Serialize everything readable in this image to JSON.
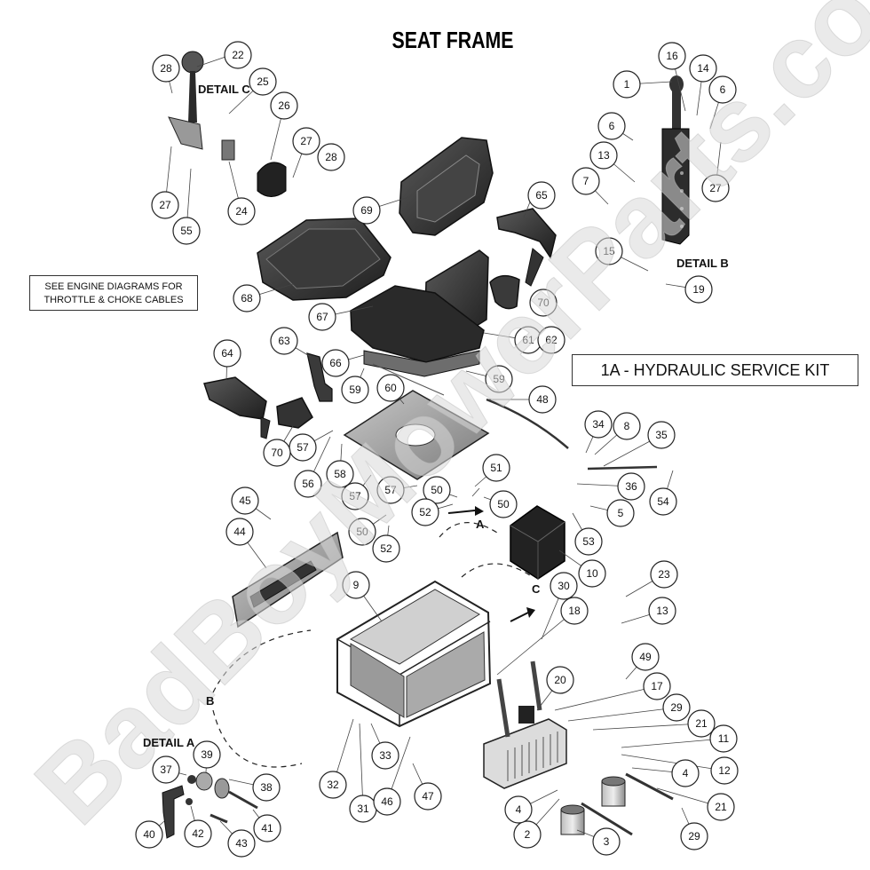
{
  "title": "SEAT FRAME",
  "note": {
    "line1": "SEE ENGINE DIAGRAMS FOR",
    "line2": "THROTTLE & CHOKE CABLES"
  },
  "kit_label": "1A - HYDRAULIC SERVICE KIT",
  "detail_labels": {
    "a": "DETAIL A",
    "b": "DETAIL B",
    "c": "DETAIL C"
  },
  "view_letters": {
    "a": "A",
    "b": "B",
    "c": "C"
  },
  "watermark": "BadBoyMowerParts.com",
  "callouts": [
    "1",
    "2",
    "3",
    "4",
    "4",
    "5",
    "6",
    "6",
    "7",
    "8",
    "9",
    "10",
    "11",
    "12",
    "13",
    "13",
    "14",
    "15",
    "16",
    "17",
    "18",
    "19",
    "20",
    "21",
    "21",
    "22",
    "23",
    "24",
    "25",
    "26",
    "27",
    "27",
    "27",
    "28",
    "28",
    "29",
    "29",
    "30",
    "31",
    "32",
    "33",
    "34",
    "35",
    "36",
    "37",
    "38",
    "39",
    "40",
    "41",
    "42",
    "43",
    "44",
    "45",
    "46",
    "47",
    "48",
    "49",
    "50",
    "50",
    "50",
    "51",
    "52",
    "52",
    "53",
    "54",
    "55",
    "56",
    "57",
    "57",
    "57",
    "58",
    "59",
    "59",
    "60",
    "61",
    "62",
    "63",
    "64",
    "65",
    "66",
    "67",
    "68",
    "69",
    "70",
    "70"
  ]
}
